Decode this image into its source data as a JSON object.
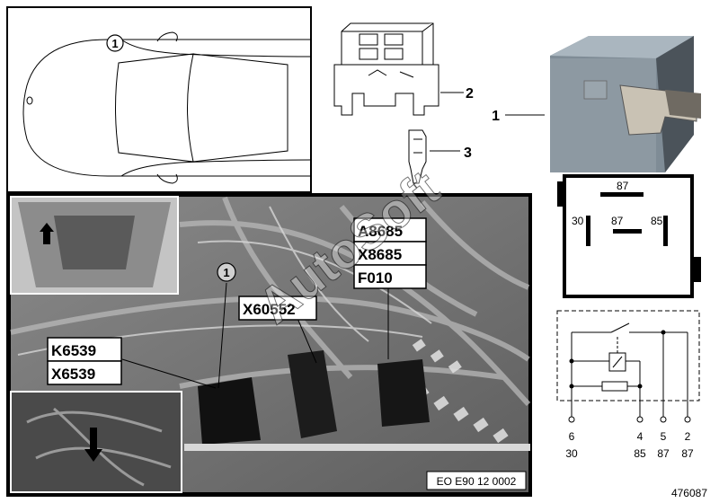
{
  "callouts": {
    "car_marker": "1",
    "photo_marker": "1",
    "part_2": "2",
    "part_3": "3",
    "part_1": "1"
  },
  "photo_labels": {
    "a8685": "A8685",
    "x8685": "X8685",
    "f010": "F010",
    "x60552": "X60552",
    "k6539": "K6539",
    "x6539": "X6539"
  },
  "photo_reference": "EO E90 12 0002",
  "watermark": "AutoSoft",
  "relay_terminals": {
    "top": "87",
    "left": "30",
    "middle": "87",
    "right": "85"
  },
  "schematic_pins": [
    {
      "pin": "6",
      "terminal": "30"
    },
    {
      "pin": "4",
      "terminal": "85"
    },
    {
      "pin": "5",
      "terminal": "87"
    },
    {
      "pin": "2",
      "terminal": "87"
    }
  ],
  "diagram_number": "476087"
}
